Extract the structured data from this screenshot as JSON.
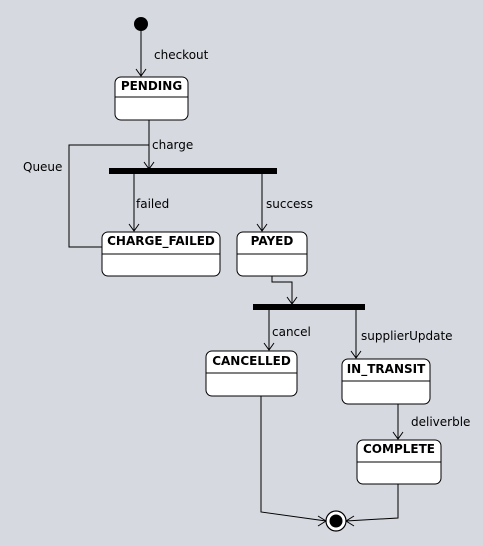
{
  "diagram": {
    "states": {
      "pending": "PENDING",
      "charge_failed": "CHARGE_FAILED",
      "payed": "PAYED",
      "cancelled": "CANCELLED",
      "in_transit": "IN_TRANSIT",
      "complete": "COMPLETE"
    },
    "transitions": {
      "checkout": "checkout",
      "charge": "charge",
      "queue": "Queue",
      "failed": "failed",
      "success": "success",
      "cancel": "cancel",
      "supplier_update": "supplierUpdate",
      "deliverble": "deliverble"
    }
  }
}
